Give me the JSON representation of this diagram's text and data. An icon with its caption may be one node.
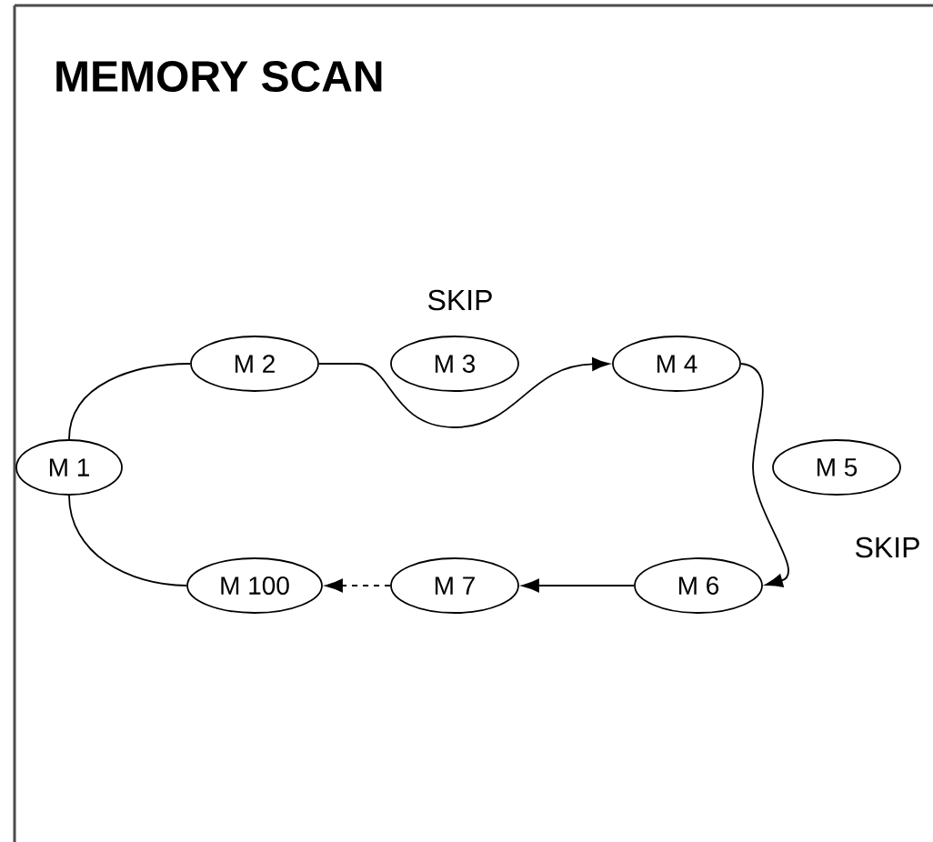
{
  "diagram": {
    "title": "MEMORY SCAN",
    "nodes": [
      {
        "text": [
          "M 1"
        ]
      },
      {
        "text": [
          "M 2"
        ]
      },
      {
        "text": [
          "M 3"
        ]
      },
      {
        "text": [
          "M 4"
        ]
      },
      {
        "text": [
          "M 5"
        ]
      },
      {
        "text": [
          "M 6"
        ]
      },
      {
        "text": [
          "M 7"
        ]
      },
      {
        "text": [
          "M 100"
        ]
      }
    ],
    "edges": [
      {
        "from": 0,
        "to": 1,
        "arrow": "none"
      },
      {
        "from": 1,
        "to": 3,
        "arrow": "to"
      },
      {
        "from": 3,
        "to": 5,
        "arrow": "to"
      },
      {
        "from": 5,
        "to": 6,
        "arrow": "to"
      },
      {
        "from": 6,
        "to": 7,
        "arrow": "to",
        "style": "dashed"
      },
      {
        "from": 7,
        "to": 0,
        "arrow": "none"
      }
    ],
    "labels": [
      "SKIP",
      "SKIP"
    ]
  }
}
